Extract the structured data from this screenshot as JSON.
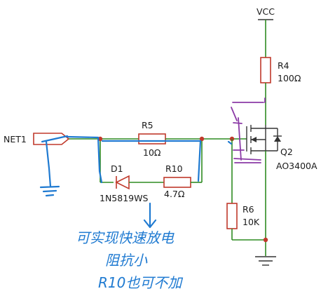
{
  "labels": {
    "vcc": "VCC",
    "net1": "NET1",
    "r4_name": "R4",
    "r4_value": "100Ω",
    "r5_name": "R5",
    "r5_value": "10Ω",
    "d1_name": "D1",
    "d1_part": "1N5819WS",
    "r10_name": "R10",
    "r10_value": "4.7Ω",
    "r6_name": "R6",
    "r6_value": "10K",
    "q2_name": "Q2",
    "q2_part": "AO3400A"
  },
  "handwriting": {
    "line1": "可实现快速放电",
    "line2": "阻抗小",
    "line3": "R10也可不加"
  },
  "colors": {
    "wire": "#2e8b22",
    "component": "#c0392b",
    "node": "#c0392b",
    "handwriting": "#1f7ad1",
    "highlight": "#8b3aa6"
  }
}
